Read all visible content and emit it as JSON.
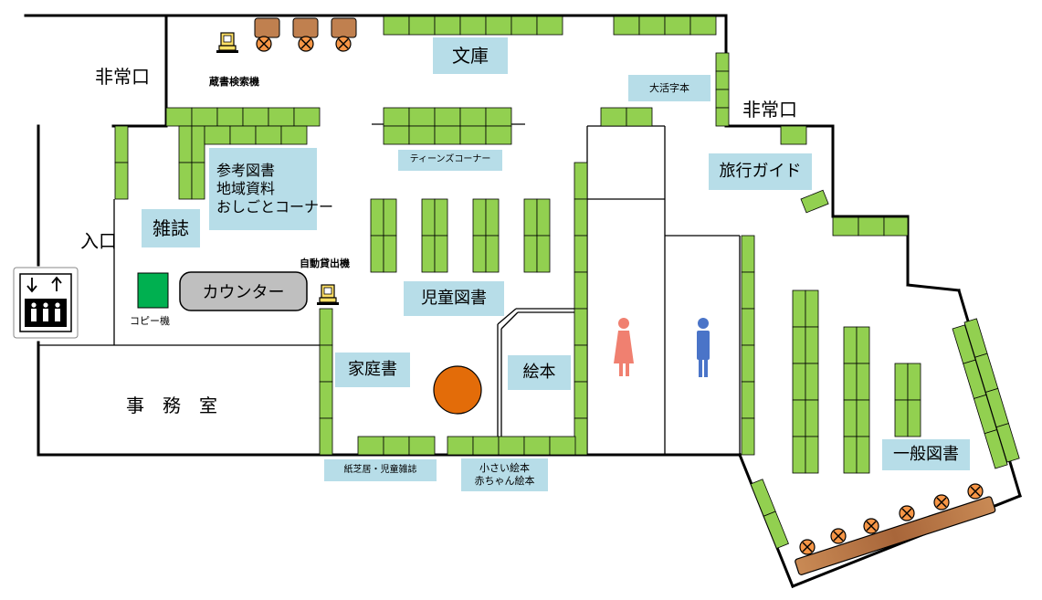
{
  "map": {
    "rooms": {
      "emergency_exit_left": "非常口",
      "emergency_exit_right": "非常口",
      "entrance": "入口",
      "office": "事　務　室"
    },
    "equipment": {
      "catalog_search": "蔵書検索機",
      "self_checkout": "自動貸出機",
      "copier": "コピー機",
      "counter": "カウンター"
    },
    "sections": {
      "bunko": "文庫",
      "large_print": "大活字本",
      "teens": "ティーンズコーナー",
      "reference": [
        "参考図書",
        "地域資料",
        "おしごとコーナー"
      ],
      "magazines": "雑誌",
      "travel_guide": "旅行ガイド",
      "childrens_books": "児童図書",
      "home_books": "家庭書",
      "picture_books": "絵本",
      "kamishibai": "紙芝居・児童雑誌",
      "small_picture_books": [
        "小さい絵本",
        "赤ちゃん絵本"
      ],
      "general_books": "一般図書"
    },
    "colors": {
      "shelf": "#92d050",
      "label_bg": "#b7dde8",
      "counter_fill": "#bfbfbf",
      "copier": "#00b050",
      "round_table": "#e36c09",
      "chair": "#f79646",
      "table_wood": "#b0703e",
      "female_icon": "#f08070",
      "male_icon": "#4a74c8"
    }
  }
}
